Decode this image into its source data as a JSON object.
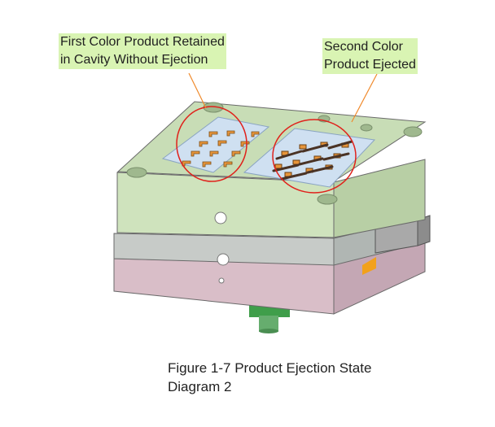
{
  "callouts": {
    "first": {
      "line1": "First Color Product Retained",
      "line2": "in Cavity Without Ejection"
    },
    "second": {
      "line1": "Second Color",
      "line2": "Product Ejected"
    }
  },
  "caption": {
    "line1": "Figure 1-7 Product Ejection State",
    "line2": "Diagram 2"
  },
  "colors": {
    "top_plate": "#c8ddb6",
    "middle_plate": "#c7cbc8",
    "bottom_plate": "#d9bec8",
    "callout_bg": "#d9f4b3",
    "highlight_ring": "#e0211b",
    "cavity_part": "#e7953a"
  }
}
